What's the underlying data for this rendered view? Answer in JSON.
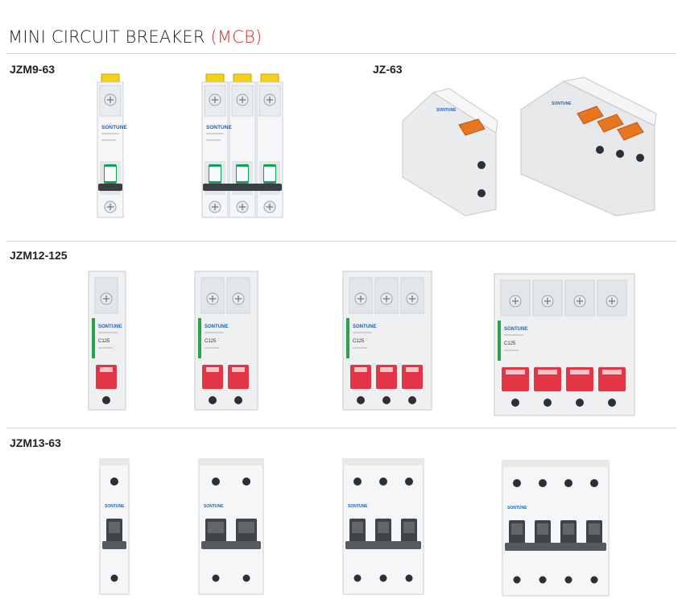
{
  "page": {
    "title_main": "MINI CIRCUIT BREAKER",
    "title_accent": "(MCB)",
    "accent_color": "#d0282e"
  },
  "sections": [
    {
      "label": "JZM9-63",
      "products": [
        {
          "brand": "SONTUNE",
          "poles": 1,
          "lever_color": "#14a05a"
        },
        {
          "brand": "SONTUNE",
          "poles": 3,
          "lever_color": "#14a05a"
        }
      ]
    },
    {
      "label": "JZ-63",
      "products": [
        {
          "brand": "SONTUNE",
          "poles": 1,
          "lever_color": "#e8761e"
        },
        {
          "brand": "SONTUNE",
          "poles": 3,
          "lever_color": "#e8761e"
        }
      ]
    },
    {
      "label": "JZM12-125",
      "products": [
        {
          "brand": "SONTUNE",
          "poles": 1,
          "rating": "C125",
          "lever_color": "#e23545"
        },
        {
          "brand": "SONTUNE",
          "poles": 2,
          "rating": "C125",
          "lever_color": "#e23545"
        },
        {
          "brand": "SONTUNE",
          "poles": 3,
          "rating": "C125",
          "lever_color": "#e23545"
        },
        {
          "brand": "SONTUNE",
          "poles": 4,
          "rating": "C125",
          "lever_color": "#e23545"
        }
      ]
    },
    {
      "label": "JZM13-63",
      "products": [
        {
          "brand": "SONTUNE",
          "poles": 1,
          "lever_color": "#555a60"
        },
        {
          "brand": "SONTUNE",
          "poles": 2,
          "lever_color": "#555a60"
        },
        {
          "brand": "SONTUNE",
          "poles": 3,
          "lever_color": "#555a60"
        },
        {
          "brand": "SONTUNE",
          "poles": 4,
          "lever_color": "#555a60"
        }
      ]
    }
  ]
}
